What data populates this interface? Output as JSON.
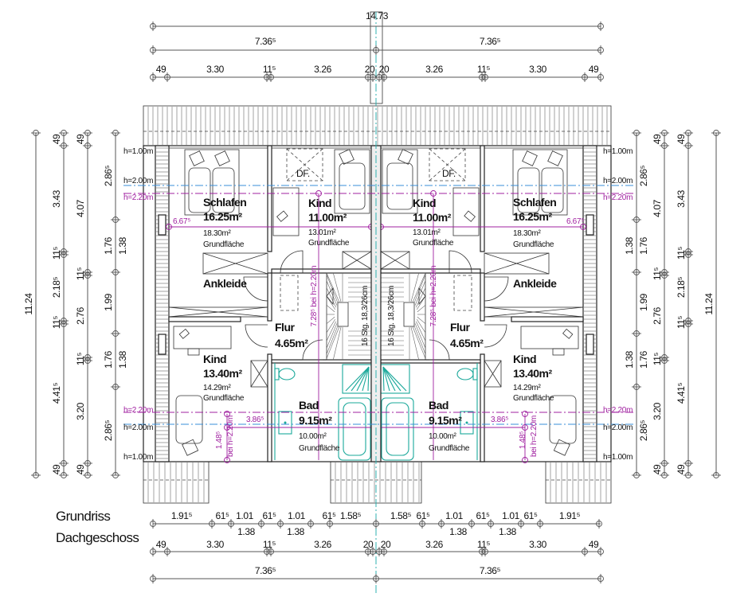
{
  "title": {
    "line1": "Grundriss",
    "line2": "Dachgeschoss"
  },
  "dims": {
    "top_total": "14.73",
    "top_half": [
      "7.36⁵",
      "7.36⁵"
    ],
    "top_detail": [
      "49",
      "3.30",
      "11⁵",
      "3.26",
      "20",
      "20",
      "3.26",
      "11⁵",
      "3.30",
      "49"
    ],
    "bottom_openings": [
      "1.91⁵",
      "61⁵",
      "1.01",
      "61⁵",
      "1.01",
      "61⁵",
      "1.58⁵",
      "1.58⁵",
      "61⁵",
      "1.01",
      "61⁵",
      "1.01",
      "61⁵",
      "1.91⁵"
    ],
    "bottom_sub": [
      "1.38",
      "1.38",
      "1.38",
      "1.38"
    ],
    "bottom_detail": [
      "49",
      "3.30",
      "11⁵",
      "3.26",
      "20",
      "20",
      "3.26",
      "11⁵",
      "3.30",
      "49"
    ],
    "bottom_half": [
      "7.36⁵",
      "7.36⁵"
    ],
    "left": {
      "total": "11.24",
      "col1": [
        "49",
        "3.43",
        "11⁵",
        "2.18⁵",
        "11⁵",
        "4.41⁵",
        "49"
      ],
      "col2": [
        "49",
        "4.07",
        "11⁵",
        "2.76",
        "11⁵",
        "3.20",
        "49"
      ],
      "col3": [
        "2.86⁵",
        "1.76",
        "1.38",
        "1.99",
        "1.76",
        "1.38",
        "2.86⁵"
      ]
    },
    "right": {
      "total": "11.24",
      "col1": [
        "49",
        "3.43",
        "11⁵",
        "2.18⁵",
        "11⁵",
        "4.41⁵",
        "49"
      ],
      "col2": [
        "49",
        "4.07",
        "11⁵",
        "2.76",
        "11⁵",
        "3.20",
        "49"
      ],
      "col3": [
        "2.86⁵",
        "1.76",
        "1.38",
        "1.99",
        "1.76",
        "1.38",
        "2.86⁵"
      ]
    }
  },
  "heights": {
    "h100": "h=1.00m",
    "h200": "h=2.00m",
    "h220": "h=2.20m"
  },
  "units": [
    {
      "schlafen": {
        "name": "Schlafen",
        "area": "16.25m²",
        "floor_area": "18.30m²",
        "floor_label": "Grundfläche"
      },
      "kind_top": {
        "name": "Kind",
        "area": "11.00m²",
        "floor_area": "13.01m²",
        "floor_label": "Grundfläche"
      },
      "ankleide": {
        "name": "Ankleide"
      },
      "flur": {
        "name": "Flur",
        "area": "4.65m²"
      },
      "kind_bottom": {
        "name": "Kind",
        "area": "13.40m²",
        "floor_area": "14.29m²",
        "floor_label": "Grundfläche"
      },
      "bad": {
        "name": "Bad",
        "area": "9.15m²",
        "floor_area": "10.00m²",
        "floor_label": "Grundfläche"
      },
      "skylight": "DF.",
      "stair": "16 Stg. 18,3/26cm",
      "annotations": {
        "width": "6.67⁵",
        "length": "7.28⁵  bei h=2.20m",
        "bath_width": "3.86⁵",
        "bath_depth": "1.48⁵",
        "bath_depth_note": "bei h=2.20m"
      }
    },
    {
      "schlafen": {
        "name": "Schlafen",
        "area": "16.25m²",
        "floor_area": "18.30m²",
        "floor_label": "Grundfläche"
      },
      "kind_top": {
        "name": "Kind",
        "area": "11.00m²",
        "floor_area": "13.01m²",
        "floor_label": "Grundfläche"
      },
      "ankleide": {
        "name": "Ankleide"
      },
      "flur": {
        "name": "Flur",
        "area": "4.65m²"
      },
      "kind_bottom": {
        "name": "Kind",
        "area": "13.40m²",
        "floor_area": "14.29m²",
        "floor_label": "Grundfläche"
      },
      "bad": {
        "name": "Bad",
        "area": "9.15m²",
        "floor_area": "10.00m²",
        "floor_label": "Grundfläche"
      },
      "skylight": "DF.",
      "stair": "16 Stg. 18,3/26cm",
      "annotations": {
        "width": "6.67⁵",
        "length": "7.28⁵  bei h=2.20m",
        "bath_width": "3.86⁵",
        "bath_depth": "1.48⁵",
        "bath_depth_note": "bei h=2.20m"
      }
    }
  ],
  "colors": {
    "wall": "#222222",
    "sanitary": "#1aa89a",
    "height_220": "#a020a0",
    "height_200": "#3a8fd8"
  }
}
